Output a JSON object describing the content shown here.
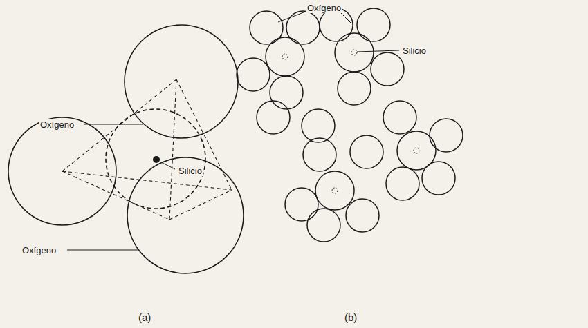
{
  "diagram": {
    "labels": [
      "Oxígeno",
      "Oxígeno",
      "Silicio",
      "(a)",
      "Oxígeno",
      "Silicio",
      "(b)"
    ]
  }
}
